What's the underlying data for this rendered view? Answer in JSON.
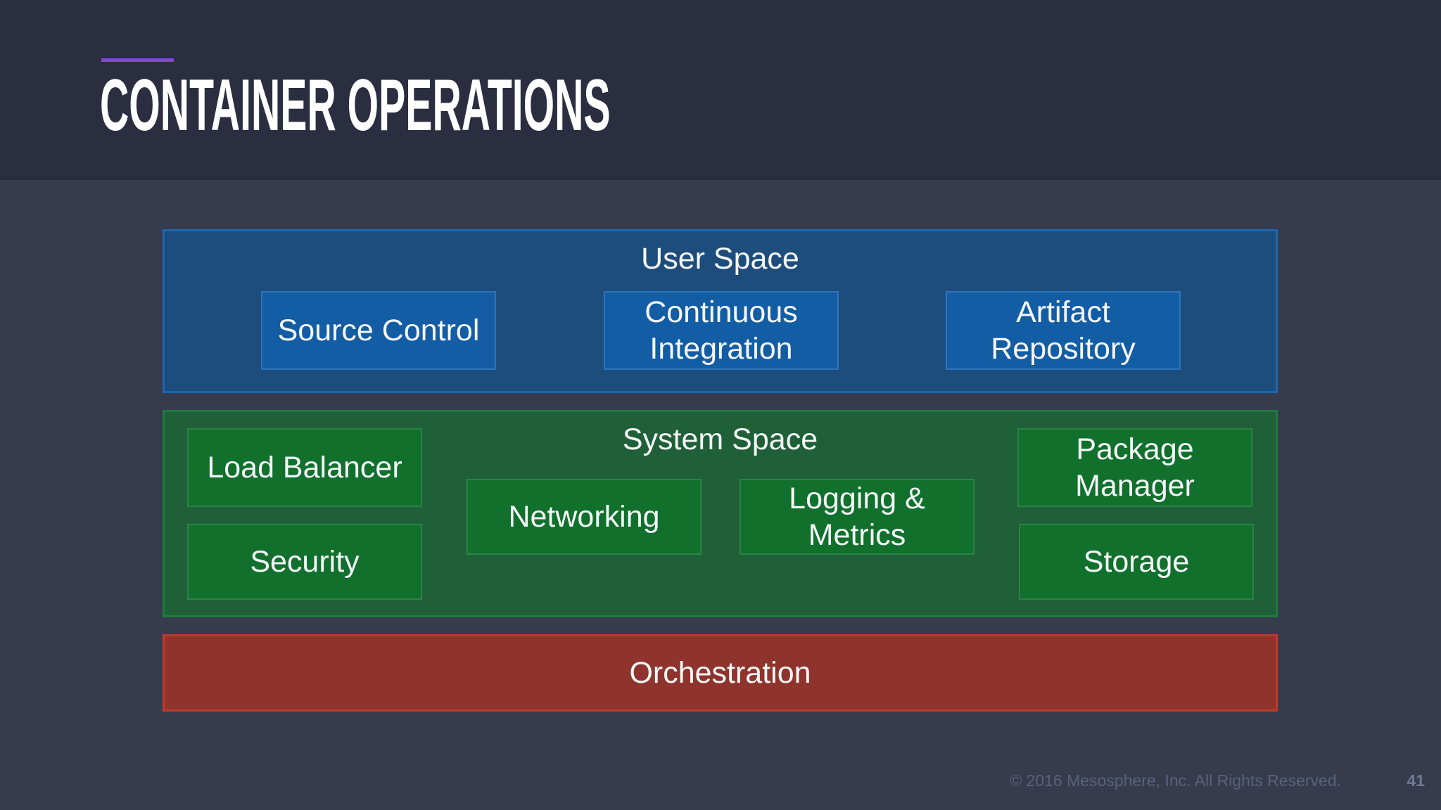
{
  "slide": {
    "title": "CONTAINER OPERATIONS",
    "footer_copyright": "© 2016 Mesosphere, Inc. All Rights Reserved.",
    "page_number": "41",
    "colors": {
      "background": "#363c4e",
      "header_background": "#2a2e40",
      "accent_line": "#7e4bd0",
      "title_text": "#ffffff",
      "footer_text": "#5a6279",
      "page_number_text": "#707a93",
      "box_label_text": "#f5f7f9"
    }
  },
  "diagram": {
    "layers": [
      {
        "name": "user-space",
        "label": "User Space",
        "fill": "#1d4d7c",
        "border": "#1b67b2",
        "item_fill": "#135da4",
        "item_border": "#2f74ba",
        "items": [
          {
            "label": "Source Control"
          },
          {
            "label": "Continuous Integration"
          },
          {
            "label": "Artifact Repository"
          }
        ]
      },
      {
        "name": "system-space",
        "label": "System Space",
        "fill": "#206038",
        "border": "#1d7b3e",
        "item_fill": "#10702c",
        "item_border": "#2c8147",
        "items": [
          {
            "label": "Load Balancer"
          },
          {
            "label": "Security"
          },
          {
            "label": "Networking"
          },
          {
            "label": "Logging & Metrics"
          },
          {
            "label": "Package Manager"
          },
          {
            "label": "Storage"
          }
        ]
      },
      {
        "name": "orchestration",
        "label": "Orchestration",
        "fill": "#8f342c",
        "border": "#c03a2b",
        "items": []
      }
    ]
  }
}
